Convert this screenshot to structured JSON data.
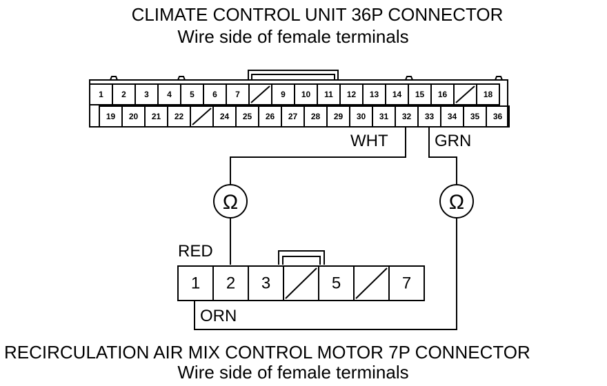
{
  "top_connector": {
    "title": "CLIMATE CONTROL UNIT 36P CONNECTOR",
    "subtitle": "Wire side of female terminals",
    "row1": [
      "1",
      "2",
      "3",
      "4",
      "5",
      "6",
      "7",
      "",
      "9",
      "10",
      "11",
      "12",
      "13",
      "14",
      "15",
      "16",
      "",
      "18"
    ],
    "row2": [
      "19",
      "20",
      "21",
      "22",
      "",
      "24",
      "25",
      "26",
      "27",
      "28",
      "29",
      "30",
      "31",
      "32",
      "33",
      "34",
      "35",
      "36"
    ]
  },
  "bottom_connector": {
    "title": "RECIRCULATION AIR MIX CONTROL MOTOR 7P CONNECTOR",
    "subtitle": "Wire side of female terminals",
    "pins": [
      "1",
      "2",
      "3",
      "",
      "5",
      "",
      "7"
    ]
  },
  "wires": {
    "wht": "WHT",
    "grn": "GRN",
    "red": "RED",
    "orn": "ORN"
  },
  "meters": {
    "symbol": "Ω"
  },
  "colors": {
    "line": "#000000",
    "background": "#ffffff"
  }
}
